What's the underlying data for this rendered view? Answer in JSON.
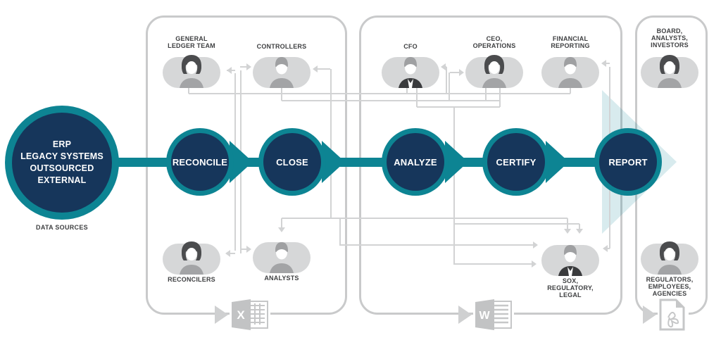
{
  "source": {
    "title": "ERP\nLEGACY SYSTEMS\nOUTSOURCED\nEXTERNAL",
    "caption": "DATA SOURCES"
  },
  "stages": [
    {
      "label": "RECONCILE"
    },
    {
      "label": "CLOSE"
    },
    {
      "label": "ANALYZE"
    },
    {
      "label": "CERTIFY"
    },
    {
      "label": "REPORT"
    }
  ],
  "people": {
    "general_ledger_team": {
      "label": "GENERAL\nLEDGER TEAM"
    },
    "controllers": {
      "label": "CONTROLLERS"
    },
    "cfo": {
      "label": "CFO"
    },
    "ceo_operations": {
      "label": "CEO,\nOPERATIONS"
    },
    "financial_reporting": {
      "label": "FINANCIAL\nREPORTING"
    },
    "board_analysts_investors": {
      "label": "BOARD,\nANALYSTS,\nINVESTORS"
    },
    "reconcilers": {
      "label": "RECONCILERS"
    },
    "analysts": {
      "label": "ANALYSTS"
    },
    "sox_regulatory_legal": {
      "label": "SOX,\nREGULATORY,\nLEGAL"
    },
    "regulators_employees_agencies": {
      "label": "REGULATORS,\nEMPLOYEES,\nAGENCIES"
    }
  },
  "files": {
    "excel": {
      "letter": "X"
    },
    "word": {
      "letter": "W"
    },
    "pdf": {
      "letter": ""
    }
  },
  "colors": {
    "teal": "#0D8493",
    "navy": "#16365B",
    "light_teal": "#D7EAE7",
    "gray_connector": "#D2D3D4"
  }
}
